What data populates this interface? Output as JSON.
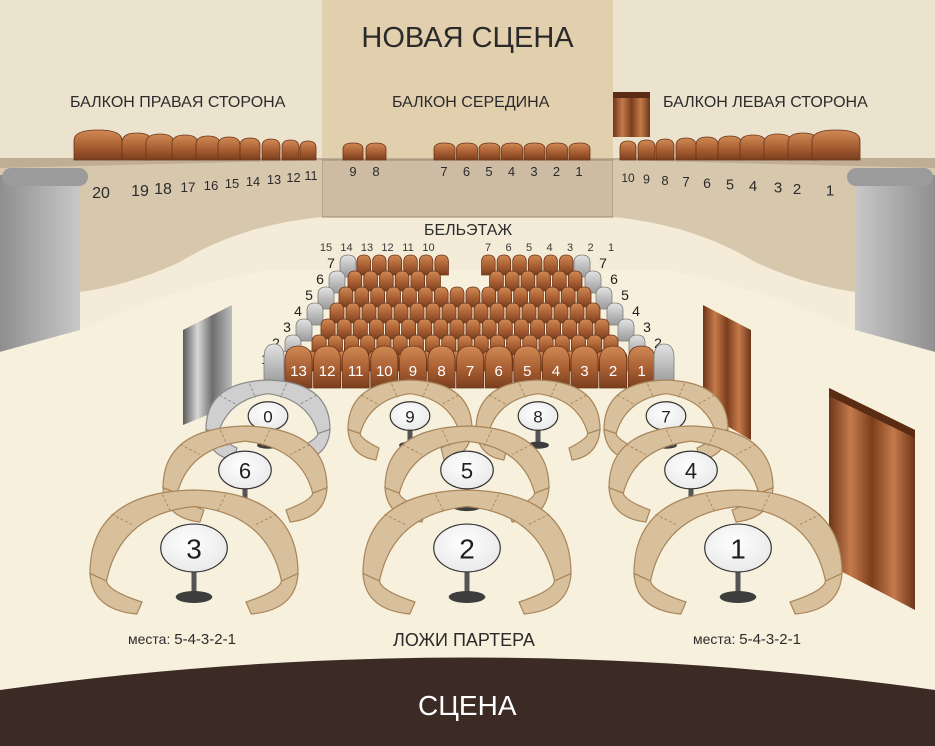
{
  "title": "НОВАЯ СЦЕНА",
  "balconies": {
    "right": {
      "label": "БАЛКОН ПРАВАЯ СТОРОНА",
      "seats": [
        "20",
        "19",
        "18",
        "17",
        "16",
        "15",
        "14",
        "13",
        "12",
        "11"
      ]
    },
    "middle": {
      "label": "БАЛКОН СЕРЕДИНА",
      "seats_left": [
        "9",
        "8"
      ],
      "seats_right": [
        "7",
        "6",
        "5",
        "4",
        "3",
        "2",
        "1"
      ]
    },
    "left": {
      "label": "БАЛКОН ЛЕВАЯ СТОРОНА",
      "seats": [
        "10",
        "9",
        "8",
        "7",
        "6",
        "5",
        "4",
        "3",
        "2",
        "1"
      ]
    }
  },
  "beletage": {
    "label": "БЕЛЬЭТАЖ",
    "top_left_numbers": [
      "15",
      "14",
      "13",
      "12",
      "11",
      "10"
    ],
    "top_right_numbers": [
      "7",
      "6",
      "5",
      "4",
      "3",
      "2",
      "1"
    ],
    "row_numbers": [
      "7",
      "6",
      "5",
      "4",
      "3",
      "2",
      "1"
    ],
    "front_row_seats": [
      "13",
      "12",
      "11",
      "10",
      "9",
      "8",
      "7",
      "6",
      "5",
      "4",
      "3",
      "2",
      "1"
    ]
  },
  "boxes": {
    "label": "ЛОЖИ ПАРТЕРА",
    "items": [
      "0",
      "9",
      "8",
      "7",
      "6",
      "5",
      "4",
      "3",
      "2",
      "1"
    ],
    "places_label": "места:",
    "places_value": "5-4-3-2-1"
  },
  "stage": {
    "label": "СЦЕНА"
  },
  "colors": {
    "seat": "#b06a3c",
    "seat_dark": "#7a3f1e",
    "sofa": "#dbc4a1",
    "sofa_dark": "#b89a70",
    "floor": "#f7f0dc",
    "wall": "#c9b89f",
    "stage": "#3c2b25"
  }
}
